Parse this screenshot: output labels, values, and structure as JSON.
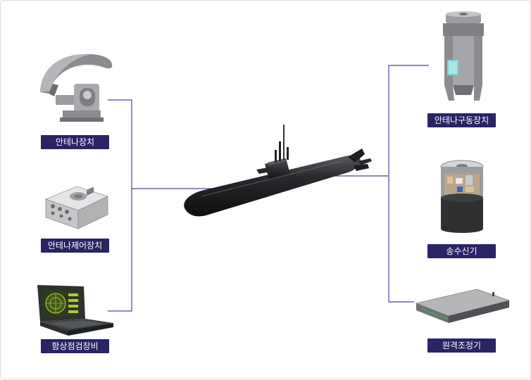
{
  "components": {
    "left": [
      {
        "label": "안테나장치"
      },
      {
        "label": "안테나제어장치"
      },
      {
        "label": "함상점검장비"
      }
    ],
    "right": [
      {
        "label": "안테나구동장치"
      },
      {
        "label": "송수신기"
      },
      {
        "label": "원격조정기"
      }
    ]
  },
  "colors": {
    "label_bg": "#2a2364",
    "connector": "#3b3399",
    "hull": "#1c1c1e"
  }
}
